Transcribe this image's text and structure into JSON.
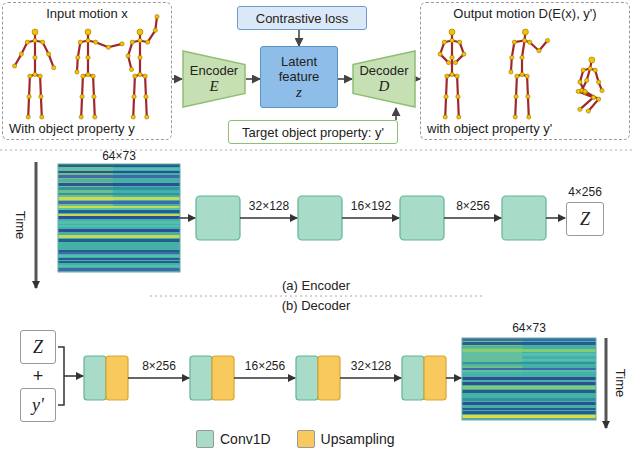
{
  "diagram": {
    "nodes": [
      {
        "text": [
          "Input motion x",
          "With object property y"
        ]
      },
      {
        "text": [
          "Contrastive loss"
        ]
      },
      {
        "text": [
          "Encoder",
          "E"
        ]
      },
      {
        "text": [
          "Latent feature",
          "z"
        ]
      },
      {
        "text": [
          "Decoder",
          "D"
        ]
      },
      {
        "text": [
          "Target object property: y'"
        ]
      },
      {
        "text": [
          "Output motion D(E(x), y')",
          "with object property y'"
        ]
      },
      {
        "text": [
          "4×256",
          "Z"
        ]
      },
      {
        "text": [
          "Z"
        ]
      },
      {
        "text": [
          "y'"
        ]
      }
    ],
    "edges": [
      {
        "from": 0,
        "to": 2,
        "arrow": "to"
      },
      {
        "from": 1,
        "to": 3,
        "arrow": "to"
      },
      {
        "from": 2,
        "to": 3,
        "arrow": "to"
      },
      {
        "from": 3,
        "to": 4,
        "arrow": "to"
      },
      {
        "from": 5,
        "to": 4,
        "arrow": "to"
      },
      {
        "from": 4,
        "to": 6,
        "arrow": "to"
      }
    ],
    "labels": [
      "Time",
      "64×73",
      "32×128",
      "16×192",
      "8×256",
      "(a) Encoder",
      "(b) Decoder",
      "+",
      "8×256",
      "16×256",
      "32×128",
      "64×73",
      "Time"
    ],
    "legend": [
      {
        "text": "Conv1D",
        "color": "#a8dcc9"
      },
      {
        "text": "Upsampling",
        "color": "#f8c95c"
      }
    ]
  }
}
